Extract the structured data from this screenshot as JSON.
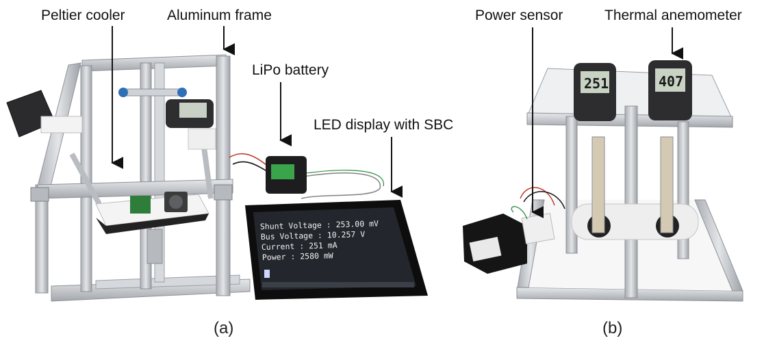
{
  "labels": {
    "peltier": "Peltier cooler",
    "frame": "Aluminum frame",
    "lipo": "LiPo battery",
    "led": "LED display with SBC",
    "power_sensor": "Power sensor",
    "anemometer": "Thermal anemometer"
  },
  "captions": {
    "a": "(a)",
    "b": "(b)"
  },
  "display": {
    "line1": "Shunt Voltage : 253.00 mV",
    "line2": "Bus Voltage   : 10.257 V",
    "line3": "Current       : 251 mA",
    "line4": "Power         : 2580 mW"
  },
  "meters": {
    "left": "251",
    "right": "407"
  },
  "colors": {
    "frame": "#c9ccd0",
    "frame_shadow": "#9a9ea3",
    "display_bezel": "#0d0d0d",
    "screen": "#23262c",
    "lcd_bg": "#c8d3c4"
  }
}
